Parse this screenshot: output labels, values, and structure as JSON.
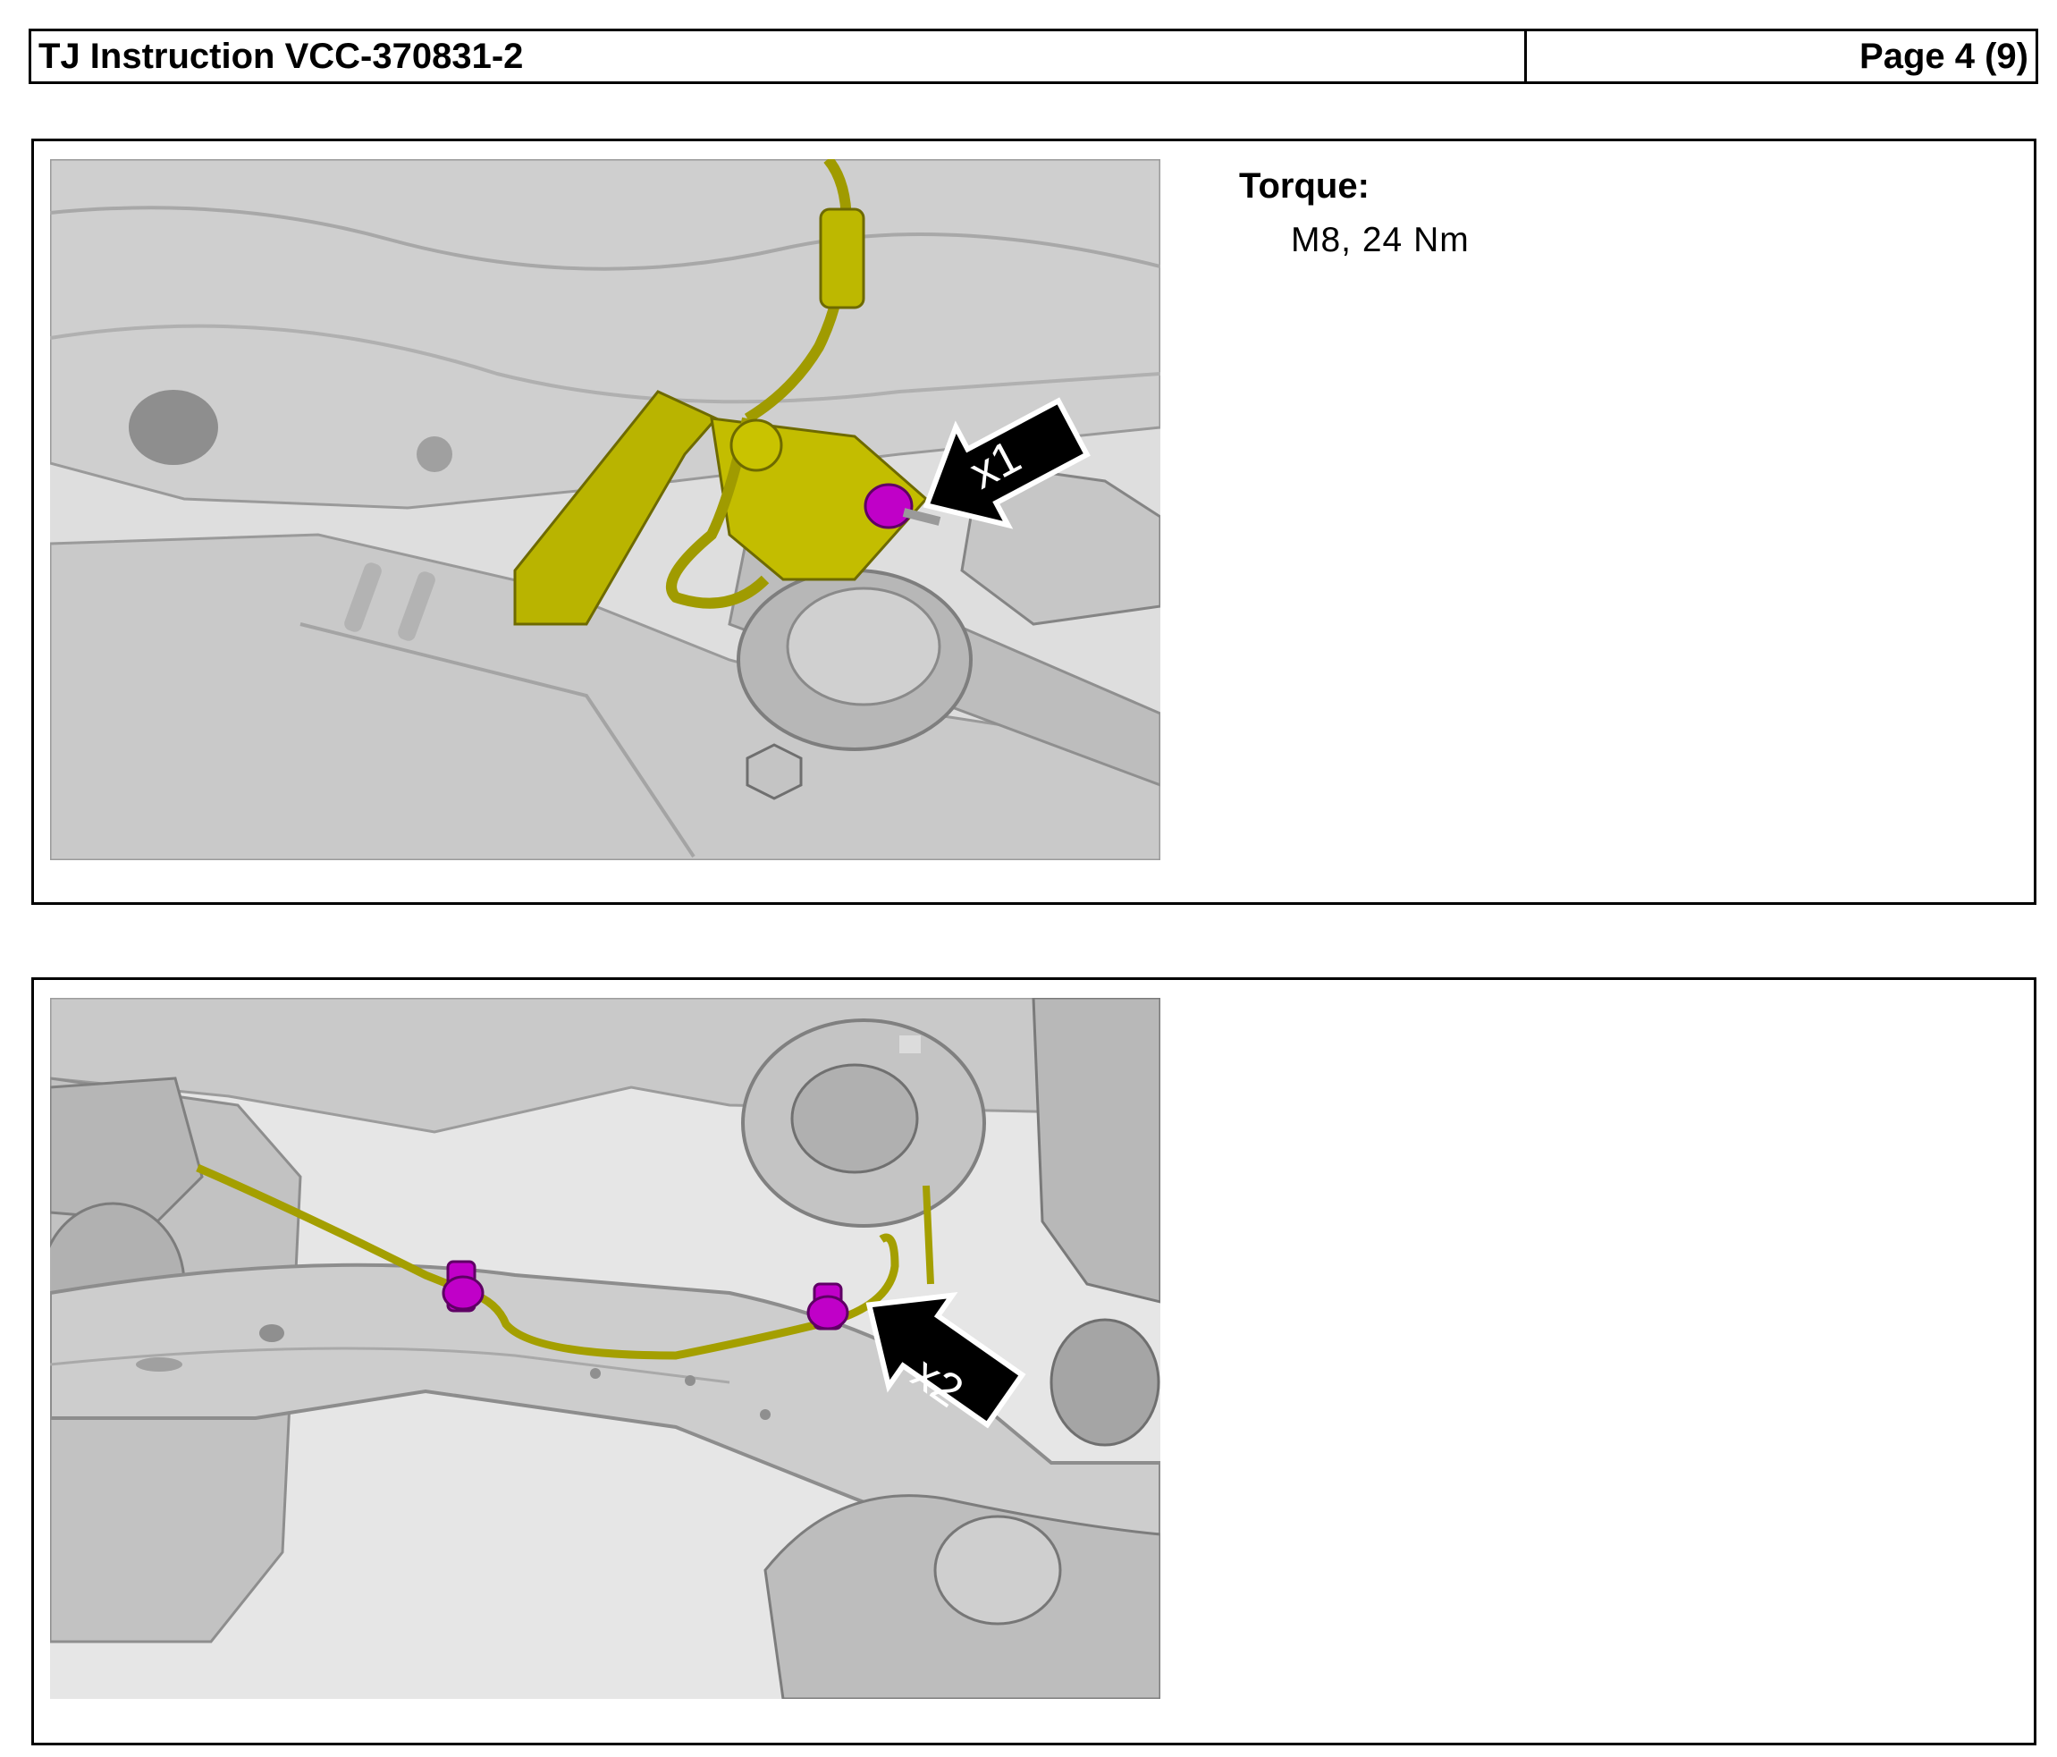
{
  "header": {
    "title": "TJ Instruction VCC-370831-2",
    "page": "Page 4 (9)"
  },
  "steps": [
    {
      "illustration_icon": "brake-line-bracket-bolt-illustration",
      "callout": "x1",
      "torque_label": "Torque:",
      "torque_value": "M8, 24 Nm"
    },
    {
      "illustration_icon": "brake-line-clips-illustration",
      "callout": "x2"
    }
  ],
  "colors": {
    "part_highlight": "#b4b000",
    "fastener_highlight": "#c000c8",
    "body_grey": "#c8c8c8"
  }
}
